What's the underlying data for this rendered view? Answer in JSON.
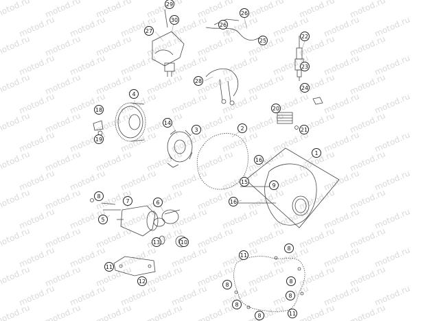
{
  "watermark": "motod.ru",
  "callouts": [
    "29",
    "30",
    "26",
    "26",
    "25",
    "22",
    "27",
    "23",
    "28",
    "24",
    "4",
    "18",
    "20",
    "21",
    "19",
    "14",
    "3",
    "2",
    "1",
    "16",
    "15",
    "9",
    "16",
    "8",
    "7",
    "6",
    "5",
    "13",
    "10",
    "11",
    "11",
    "8",
    "12",
    "8",
    "8",
    "8",
    "8",
    "8",
    "11"
  ]
}
